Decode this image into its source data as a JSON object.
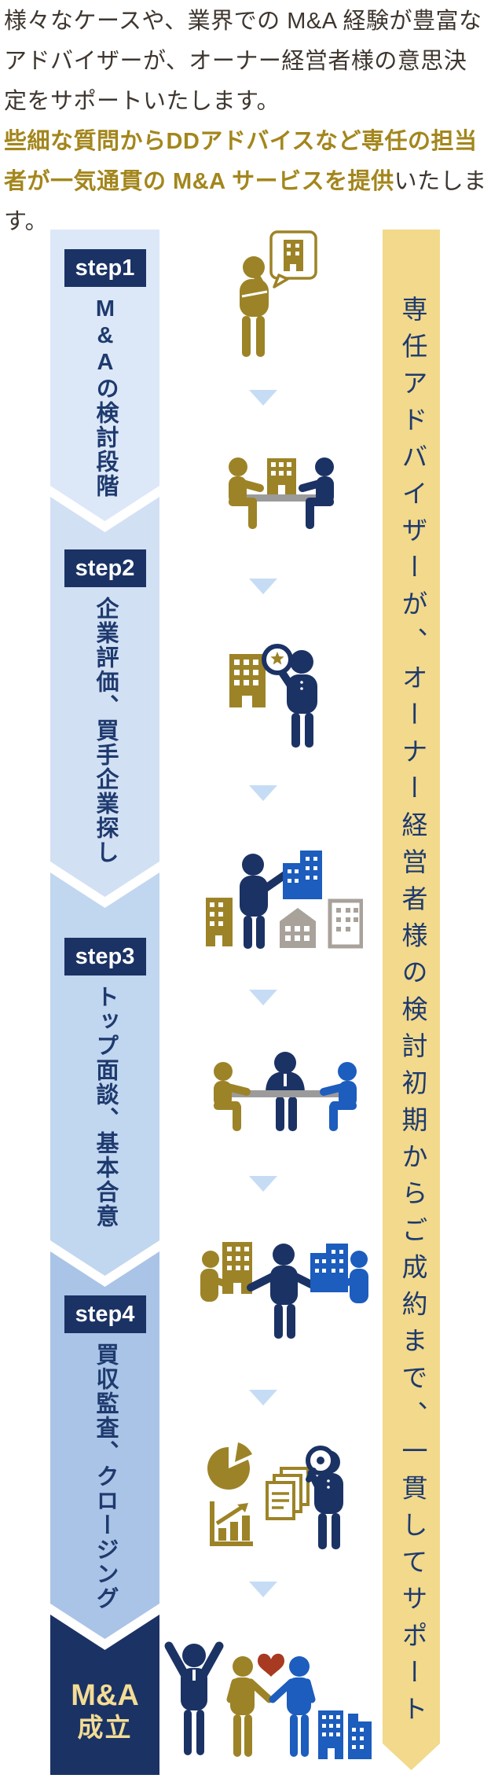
{
  "intro": {
    "p1": "様々なケースや、業界での M&A 経験が豊富なアドバイザーが、オーナー経営者様の意思決定をサポートいたします。",
    "p2_highlight": "些細な質問からDDアドバイスなど専任の担当者が一気通貫の M&A サービスを提供",
    "p2_rest": "いたします。"
  },
  "steps": [
    {
      "badge": "step1",
      "latin": "M&A",
      "label": "の検討段階"
    },
    {
      "badge": "step2",
      "latin": "",
      "label": "企業評価、買手企業探し"
    },
    {
      "badge": "step3",
      "latin": "",
      "label": "トップ面談、基本合意"
    },
    {
      "badge": "step4",
      "latin": "",
      "label": "買収監査、クロージング"
    }
  ],
  "final_step": {
    "line1": "M&A",
    "line2": "成立"
  },
  "side_banner": {
    "text": "専任アドバイザーが、オーナー経営者様の検討初期からご成約まで、一貫してサポート"
  },
  "icons": [
    "owner-consultation-icon",
    "advisor-meeting-icon",
    "company-valuation-icon",
    "buyer-search-icon",
    "top-interview-icon",
    "basic-agreement-matching-icon",
    "due-diligence-icon",
    "deal-closing-celebration-icon",
    "down-arrow-icon"
  ],
  "colors": {
    "navy": "#1b3264",
    "navy_text": "#1e3a6e",
    "gold_icon": "#9d8327",
    "gold_banner": "#f2d98b",
    "gold_text": "#a3861c",
    "final_text_gold": "#f3dc95",
    "blue": "#1c5dbd",
    "band_step1": "#dce8f8",
    "band_step2": "#d2e0f4",
    "band_step3": "#c1d6ef",
    "band_step4": "#a9c4e6",
    "arrow_blue": "#c6dcf5",
    "gray": "#9b9b9b",
    "heart_red": "#a83a22",
    "text_dark": "#3e362f"
  }
}
